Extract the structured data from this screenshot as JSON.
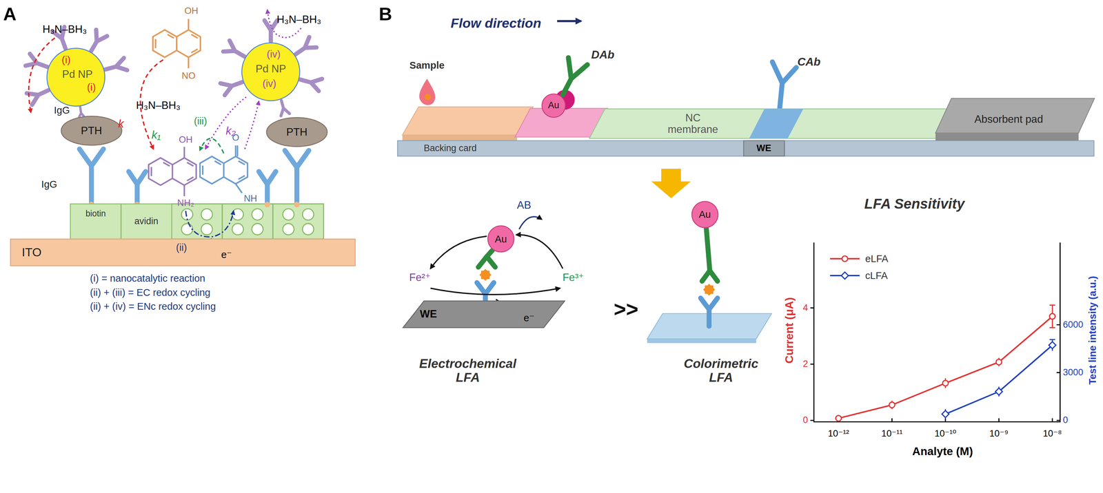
{
  "diagram": {
    "nodes": [
      {
        "text": [
          "(i)",
          "Pd NP",
          "(i)"
        ]
      },
      {
        "text": [
          "(iv)",
          "Pd NP",
          "(iv)"
        ]
      },
      {
        "text": [
          "PTH"
        ]
      },
      {
        "text": [
          "PTH"
        ]
      },
      {
        "text": [
          "biotin"
        ]
      },
      {
        "text": [
          "avidin"
        ]
      },
      {
        "text": [
          "ITO"
        ]
      },
      {
        "text": [
          "Backing card"
        ]
      },
      {
        "text": [
          "NC membrane"
        ]
      },
      {
        "text": [
          "Absorbent pad"
        ]
      },
      {
        "text": [
          "WE"
        ]
      },
      {
        "text": [
          "Au"
        ]
      },
      {
        "text": [
          "Au"
        ]
      },
      {
        "text": [
          "WE"
        ]
      },
      {
        "text": [
          "Au"
        ]
      }
    ],
    "labels": [
      "A",
      "H₃N–BH₃",
      "OH",
      "NO",
      "H₃N–BH₃",
      "k",
      "H₃N–BH₃",
      "(iii)",
      "k₁",
      "k₂",
      "IgG",
      "OH",
      "O",
      "NH₂",
      "NH",
      "IgG",
      "(ii)",
      "e⁻",
      "(i) = nanocatalytic reaction",
      "(ii) + (iii) = EC redox cycling",
      "(ii) + (iv) = ENc redox cycling",
      "B",
      "Flow direction",
      "Sample",
      "DAb",
      "CAb",
      "AB",
      "Fe²⁺",
      "Fe³⁺",
      "e⁻",
      "Electrochemical LFA",
      ">>",
      "Colorimetric LFA",
      "LFA Sensitivity",
      "0",
      "2",
      "4",
      "Current (μA)",
      "0",
      "3000",
      "6000",
      "Test line intensity (a.u.)",
      "10⁻¹²",
      "10⁻¹¹",
      "10⁻¹⁰",
      "10⁻⁹",
      "10⁻⁸",
      "Analyte (M)"
    ],
    "legend": [
      {
        "text": "eLFA"
      },
      {
        "text": "cLFA"
      }
    ]
  }
}
